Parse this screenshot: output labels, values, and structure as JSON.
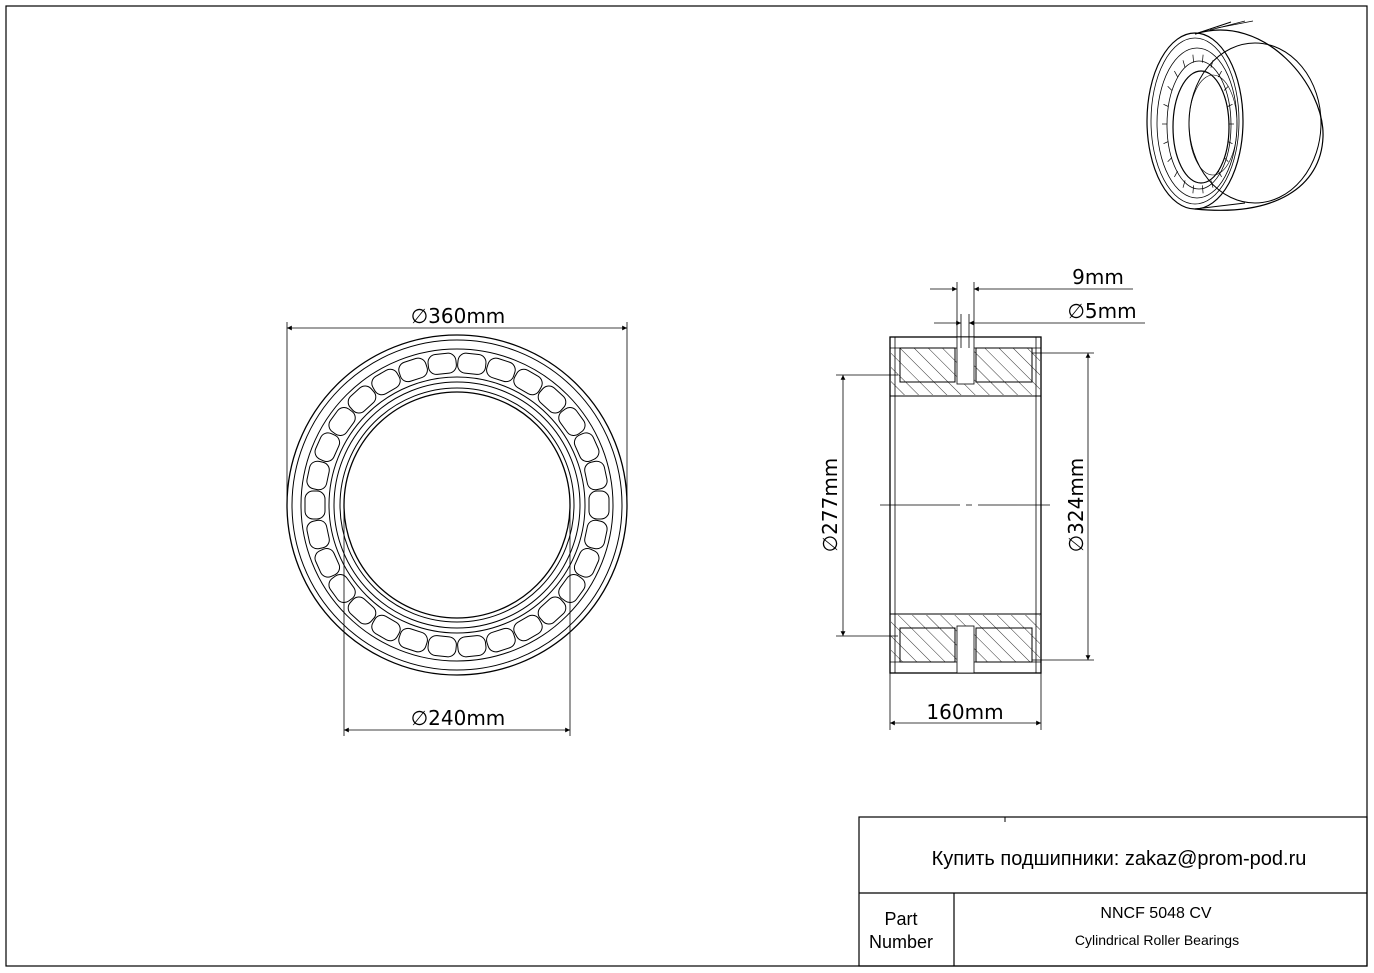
{
  "dimensions": {
    "outer_diameter": "360mm",
    "inner_diameter": "240mm",
    "width": "160mm",
    "outer_race_inner_diameter": "324mm",
    "inner_race_outer_diameter": "277mm",
    "groove_width": "9mm",
    "lube_hole_diameter": "5mm",
    "diameter_symbol": "∅"
  },
  "title_block": {
    "buy_text": "Купить подшипники: zakaz@prom-pod.ru",
    "part_label_line1": "Part",
    "part_label_line2": "Number",
    "part_number": "NNCF 5048 CV",
    "part_description": "Cylindrical Roller Bearings"
  }
}
